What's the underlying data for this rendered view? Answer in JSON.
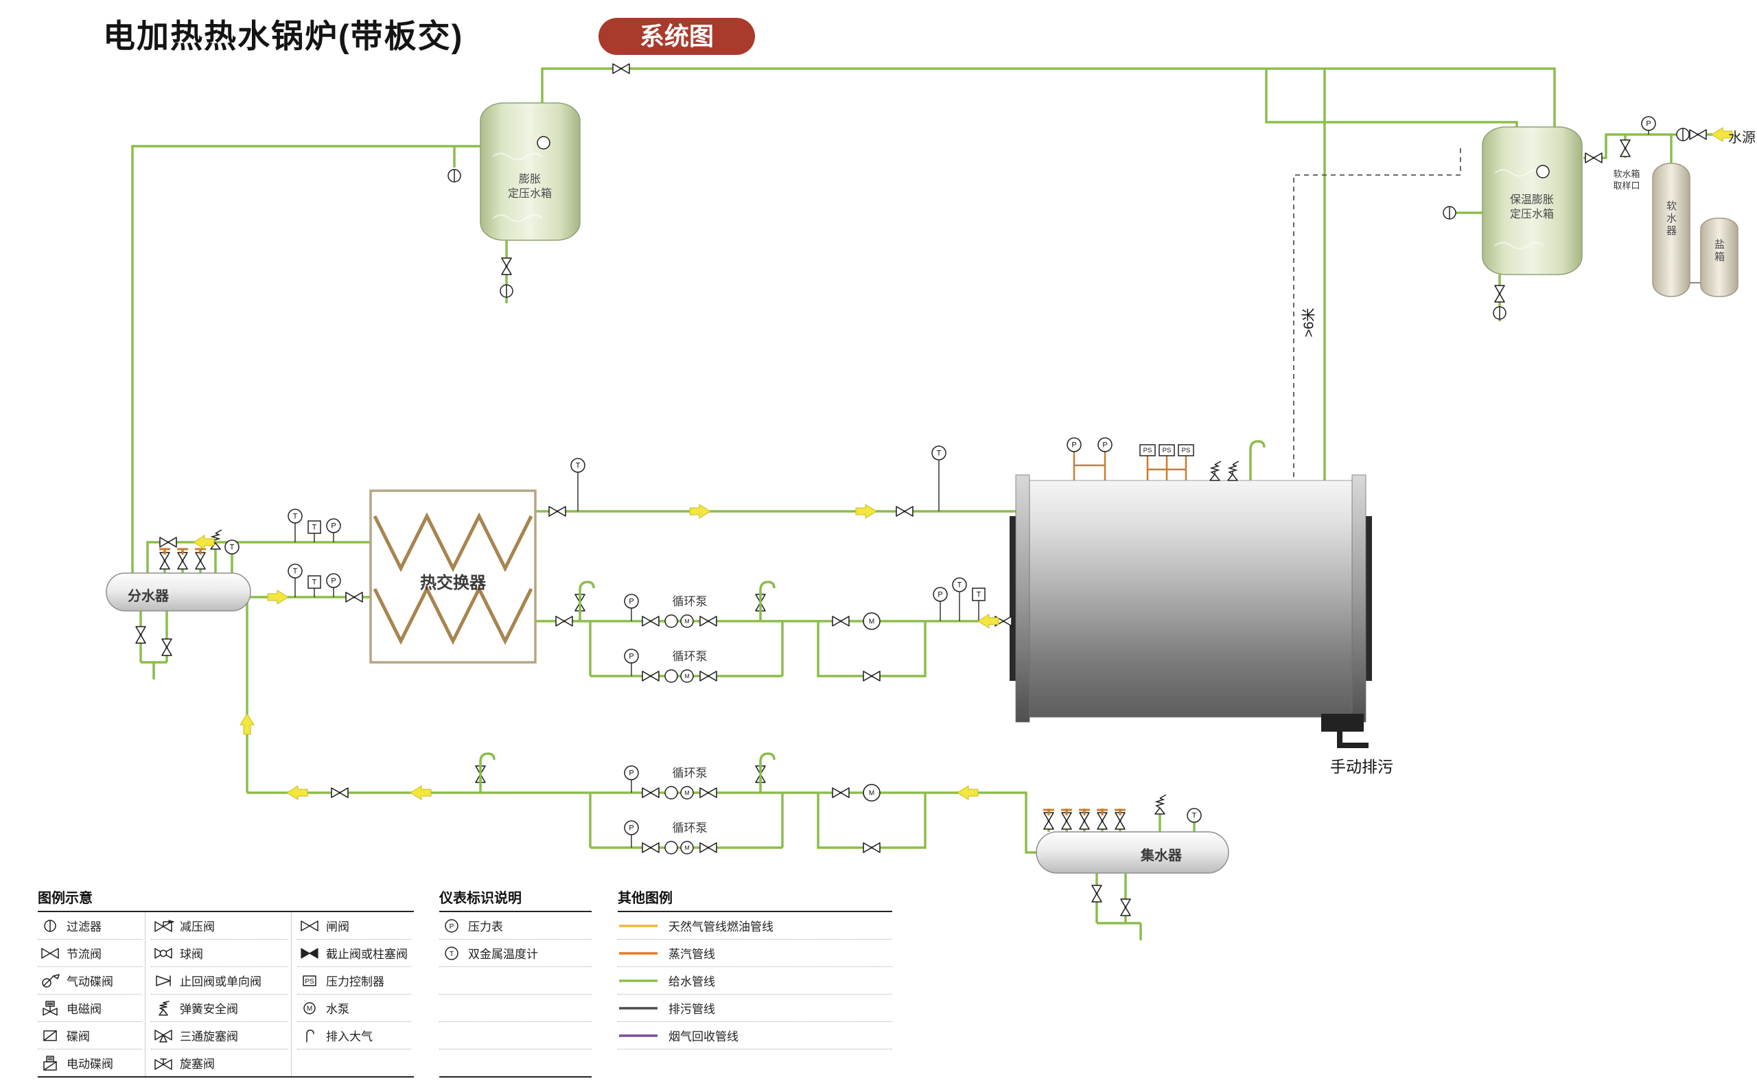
{
  "header": {
    "title": "电加热热水锅炉(带板交)",
    "badge": "系统图"
  },
  "symbols": {
    "pressure": "P",
    "temperature": "T",
    "ps": "PS",
    "motor": "M"
  },
  "equipment": {
    "expansion_tank": "膨胀\n定压水箱",
    "insulated_tank": "保温膨胀\n定压水箱",
    "sample_port": "软水箱\n取样口",
    "water_softener": "软水器",
    "salt_box": "盐箱",
    "water_source": "水源",
    "heat_exchanger": "热交换器",
    "distributor": "分水器",
    "collector": "集水器",
    "circulation_pump": "循环泵",
    "manual_blowdown": "手动排污",
    "min_distance": ">6米"
  },
  "legend": {
    "title": "图例示意",
    "col1": [
      "过滤器",
      "节流阀",
      "气动碟阀",
      "电磁阀",
      "碟阀",
      "电动碟阀"
    ],
    "col2": [
      "减压阀",
      "球阀",
      "止回阀或单向阀",
      "弹簧安全阀",
      "三通旋塞阀",
      "旋塞阀"
    ],
    "col3": [
      "闸阀",
      "截止阀或柱塞阀",
      "压力控制器",
      "水泵",
      "排入大气"
    ]
  },
  "instrument_legend": {
    "title": "仪表标识说明",
    "items": [
      {
        "symbol": "P",
        "label": "压力表"
      },
      {
        "symbol": "T",
        "label": "双金属温度计"
      }
    ]
  },
  "line_legend": {
    "title": "其他图例",
    "items": [
      {
        "color": "#f2b63c",
        "label": "天然气管线燃油管线"
      },
      {
        "color": "#e8762a",
        "label": "蒸汽管线"
      },
      {
        "color": "#8bbd4a",
        "label": "给水管线"
      },
      {
        "color": "#4d4d4d",
        "label": "排污管线"
      },
      {
        "color": "#7a4b9e",
        "label": "烟气回收管线"
      }
    ]
  }
}
